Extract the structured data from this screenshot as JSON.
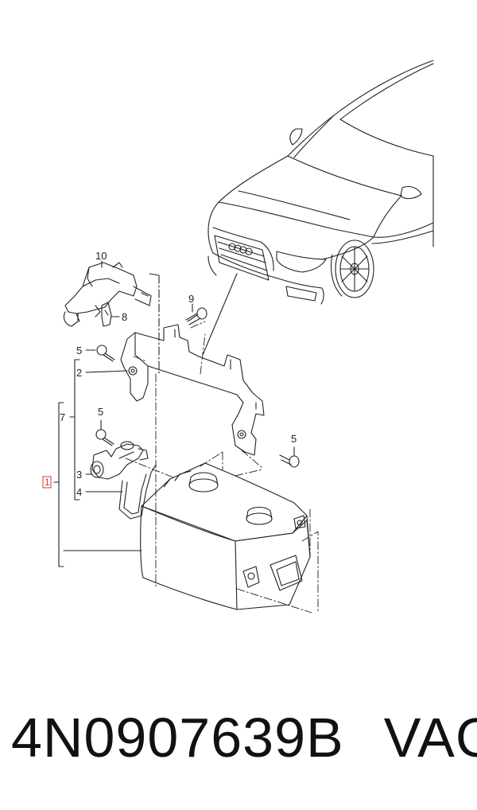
{
  "diagram": {
    "callouts": [
      {
        "id": "1",
        "text": "1"
      },
      {
        "id": "2",
        "text": "2"
      },
      {
        "id": "3",
        "text": "3"
      },
      {
        "id": "4",
        "text": "4"
      },
      {
        "id": "5",
        "text": "5"
      },
      {
        "id": "7",
        "text": "7"
      },
      {
        "id": "8",
        "text": "8"
      },
      {
        "id": "9",
        "text": "9"
      },
      {
        "id": "10",
        "text": "10"
      }
    ],
    "highlight_color": "#dd3333",
    "line_color": "#222222"
  },
  "caption": {
    "part_number": "4N0907639B",
    "brand": "VAG"
  }
}
